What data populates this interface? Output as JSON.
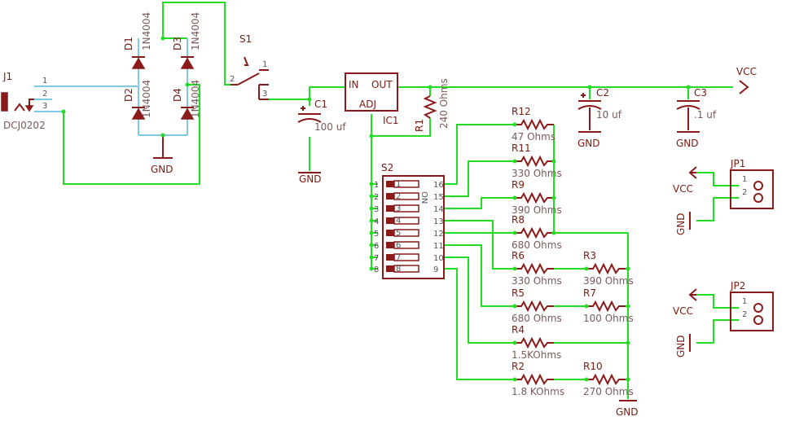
{
  "parts": {
    "j1": {
      "name": "J1",
      "value": "DCJ0202",
      "pins": [
        "1",
        "2",
        "3"
      ]
    },
    "d1": {
      "name": "D1",
      "value": "1N4004"
    },
    "d2": {
      "name": "D2",
      "value": "1N4004"
    },
    "d3": {
      "name": "D3",
      "value": "1N4004"
    },
    "d4": {
      "name": "D4",
      "value": "1N4004"
    },
    "s1": {
      "name": "S1",
      "pins": [
        "1",
        "2",
        "3"
      ]
    },
    "c1": {
      "name": "C1",
      "value": "100 uf"
    },
    "ic1": {
      "name": "IC1",
      "in": "IN",
      "out": "OUT",
      "adj": "ADJ"
    },
    "r1": {
      "name": "R1",
      "value": "240 Ohms"
    },
    "c2": {
      "name": "C2",
      "value": "10 uf"
    },
    "c3": {
      "name": "C3",
      "value": ".1 uf"
    },
    "s2": {
      "name": "S2",
      "on_label": "ON",
      "left_pins": [
        "1",
        "2",
        "3",
        "4",
        "5",
        "6",
        "7",
        "8"
      ],
      "right_pins": [
        "16",
        "15",
        "14",
        "13",
        "12",
        "11",
        "10",
        "9"
      ],
      "switch_numbers": [
        "1",
        "2",
        "3",
        "4",
        "5",
        "6",
        "7",
        "8"
      ]
    },
    "r12": {
      "name": "R12",
      "value": "47 Ohms"
    },
    "r11": {
      "name": "R11",
      "value": "330 Ohms"
    },
    "r9": {
      "name": "R9",
      "value": "390 Ohms"
    },
    "r8": {
      "name": "R8",
      "value": "680 Ohms"
    },
    "r6": {
      "name": "R6",
      "value": "330 Ohms"
    },
    "r3": {
      "name": "R3",
      "value": "390 Ohms"
    },
    "r5": {
      "name": "R5",
      "value": "680 Ohms"
    },
    "r7": {
      "name": "R7",
      "value": "100 Ohms"
    },
    "r4": {
      "name": "R4",
      "value": "1.5KOhms"
    },
    "r2": {
      "name": "R2",
      "value": "1.8 KOhms"
    },
    "r10": {
      "name": "R10",
      "value": "270 Ohms"
    },
    "jp1": {
      "name": "JP1",
      "pins": [
        "1",
        "2"
      ],
      "vcc": "VCC",
      "gnd": "GND"
    },
    "jp2": {
      "name": "JP2",
      "pins": [
        "1",
        "2"
      ],
      "vcc": "VCC",
      "gnd": "GND"
    }
  },
  "nets": {
    "gnd": "GND",
    "vcc": "VCC"
  },
  "colors": {
    "wire": "#22dd22",
    "component": "#8b1a1a",
    "pin_line": "#7ec9e8",
    "label": "#7a1a10"
  }
}
